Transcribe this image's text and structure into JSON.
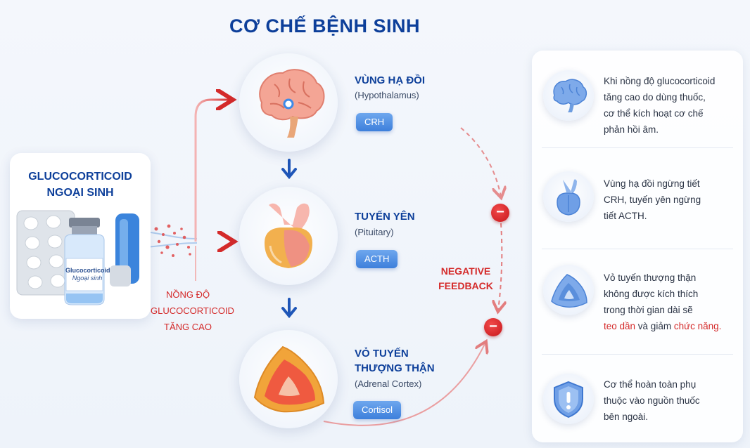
{
  "title": "CƠ CHẾ BỆNH SINH",
  "source": {
    "title_line1": "GLUCOCORTICOID",
    "title_line2": "NGOẠI SINH",
    "vial_label_line1": "Glucocorticoid",
    "vial_label_line2": "Ngoại sinh"
  },
  "concentration": {
    "line1": "NỒNG ĐỘ",
    "line2": "GLUCOCORTICOID",
    "line3": "TĂNG CAO"
  },
  "organs": [
    {
      "name_line1": "VÙNG HẠ ĐỒI",
      "name_line2": "",
      "latin": "(Hypothalamus)",
      "hormone": "CRH",
      "icon": "brain-icon"
    },
    {
      "name_line1": "TUYẾN YÊN",
      "name_line2": "",
      "latin": "(Pituitary)",
      "hormone": "ACTH",
      "icon": "pituitary-icon"
    },
    {
      "name_line1": "VỎ TUYẾN",
      "name_line2": "THƯỢNG THẬN",
      "latin": "(Adrenal Cortex)",
      "hormone": "Cortisol",
      "icon": "adrenal-icon"
    }
  ],
  "feedback": {
    "line1": "NEGATIVE",
    "line2": "FEEDBACK",
    "symbol": "−"
  },
  "panel": [
    {
      "icon": "brain-icon",
      "lines": [
        "Khi nồng độ glucocorticoid",
        "tăng cao do dùng thuốc,",
        "cơ thể kích hoạt cơ chế",
        "phản hồi âm."
      ]
    },
    {
      "icon": "pituitary-icon",
      "lines": [
        "Vùng hạ đồi ngừng tiết",
        "CRH, tuyến yên ngừng",
        "tiết ACTH."
      ]
    },
    {
      "icon": "adrenal-icon",
      "lines": [
        "Vỏ tuyến thượng thận",
        "không được kích thích",
        "trong thời gian dài sẽ"
      ],
      "last_red1": "teo dần",
      "last_mid": " và giảm ",
      "last_red2": "chức năng."
    },
    {
      "icon": "shield-icon",
      "lines": [
        "Cơ thể hoàn toàn phụ",
        "thuộc vào nguồn thuốc",
        "bên ngoài."
      ]
    }
  ],
  "colors": {
    "brand_blue": "#0d3f9a",
    "alert_red": "#d42a2a",
    "hormone_blue": "#3d7fdb"
  }
}
